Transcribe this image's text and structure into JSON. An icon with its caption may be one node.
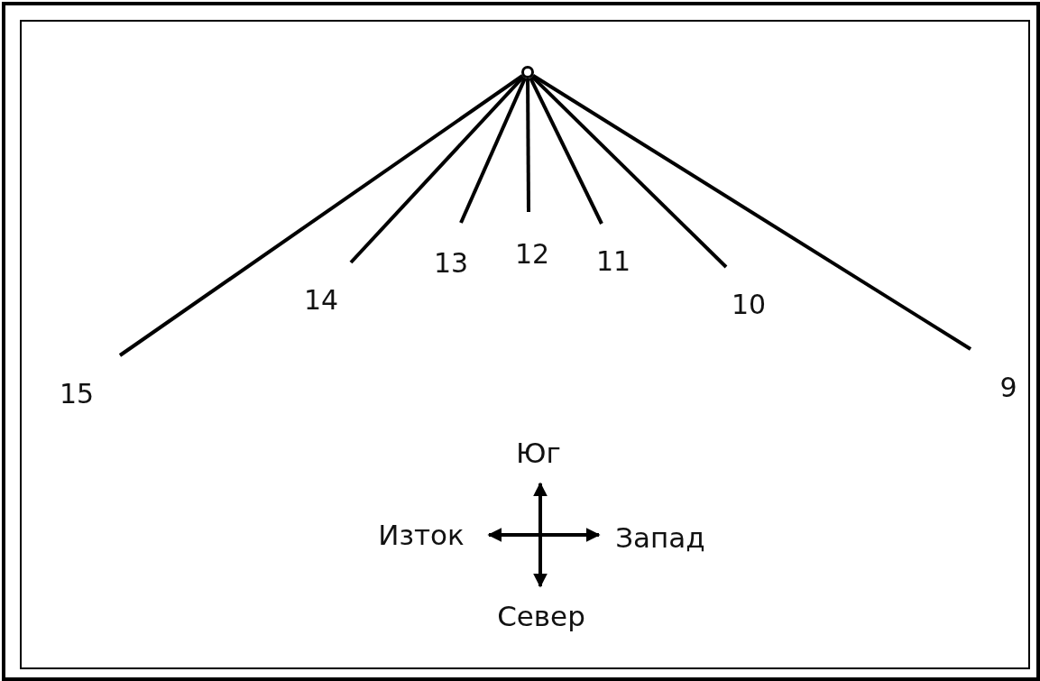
{
  "diagram": {
    "nodes": [
      {
        "text": [],
        "shape": "circle"
      },
      {
        "text": [
          "15"
        ]
      },
      {
        "text": [
          "14"
        ]
      },
      {
        "text": [
          "13"
        ]
      },
      {
        "text": [
          "12"
        ]
      },
      {
        "text": [
          "11"
        ]
      },
      {
        "text": [
          "10"
        ]
      },
      {
        "text": [
          "9"
        ]
      }
    ],
    "edges": [
      {
        "from": 0,
        "to": 1,
        "arrow": "none"
      },
      {
        "from": 0,
        "to": 2,
        "arrow": "none"
      },
      {
        "from": 0,
        "to": 3,
        "arrow": "none"
      },
      {
        "from": 0,
        "to": 4,
        "arrow": "none"
      },
      {
        "from": 0,
        "to": 5,
        "arrow": "none"
      },
      {
        "from": 0,
        "to": 6,
        "arrow": "none"
      },
      {
        "from": 0,
        "to": 7,
        "arrow": "none"
      }
    ],
    "labels": [
      "Юг",
      "Изток",
      "Запад",
      "Север"
    ]
  }
}
